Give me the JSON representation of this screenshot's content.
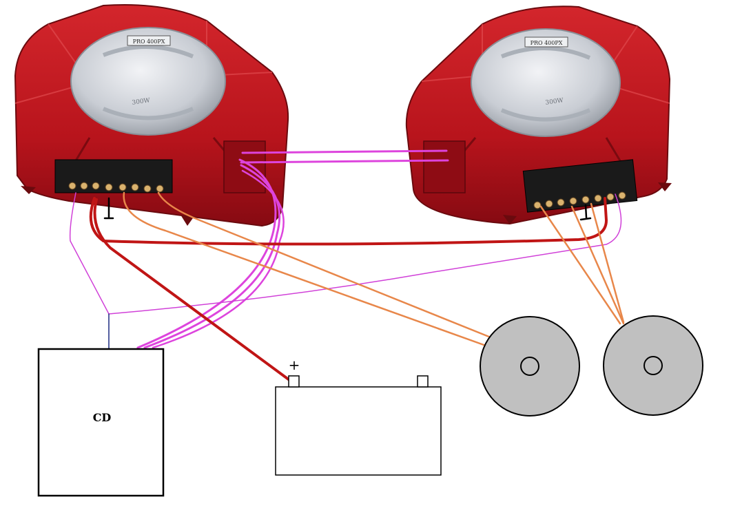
{
  "components": {
    "amp_left": {
      "badge": "PRO 400PX",
      "rating": "300W"
    },
    "amp_right": {
      "badge": "PRO 400PX",
      "rating": "300W"
    },
    "cd_unit": {
      "label": "CD"
    },
    "battery": {
      "positive_label": "+"
    },
    "speaker_left": {},
    "speaker_right": {}
  },
  "wire_colors": {
    "power": "#c01515",
    "remote": "#d040d8",
    "rca": "#dd44dd",
    "speaker": "#e8874a",
    "ground": "#000000",
    "cd_lead": "#1a2a80"
  },
  "colors": {
    "amp_body": "#b8141c",
    "amp_dark": "#7a0a10",
    "amp_light": "#d63a3e",
    "amp_plate": "#c9cdd4",
    "speaker_cone": "#c0c0c0",
    "terminal_strip": "#1a1a1a",
    "outline": "#000000"
  }
}
